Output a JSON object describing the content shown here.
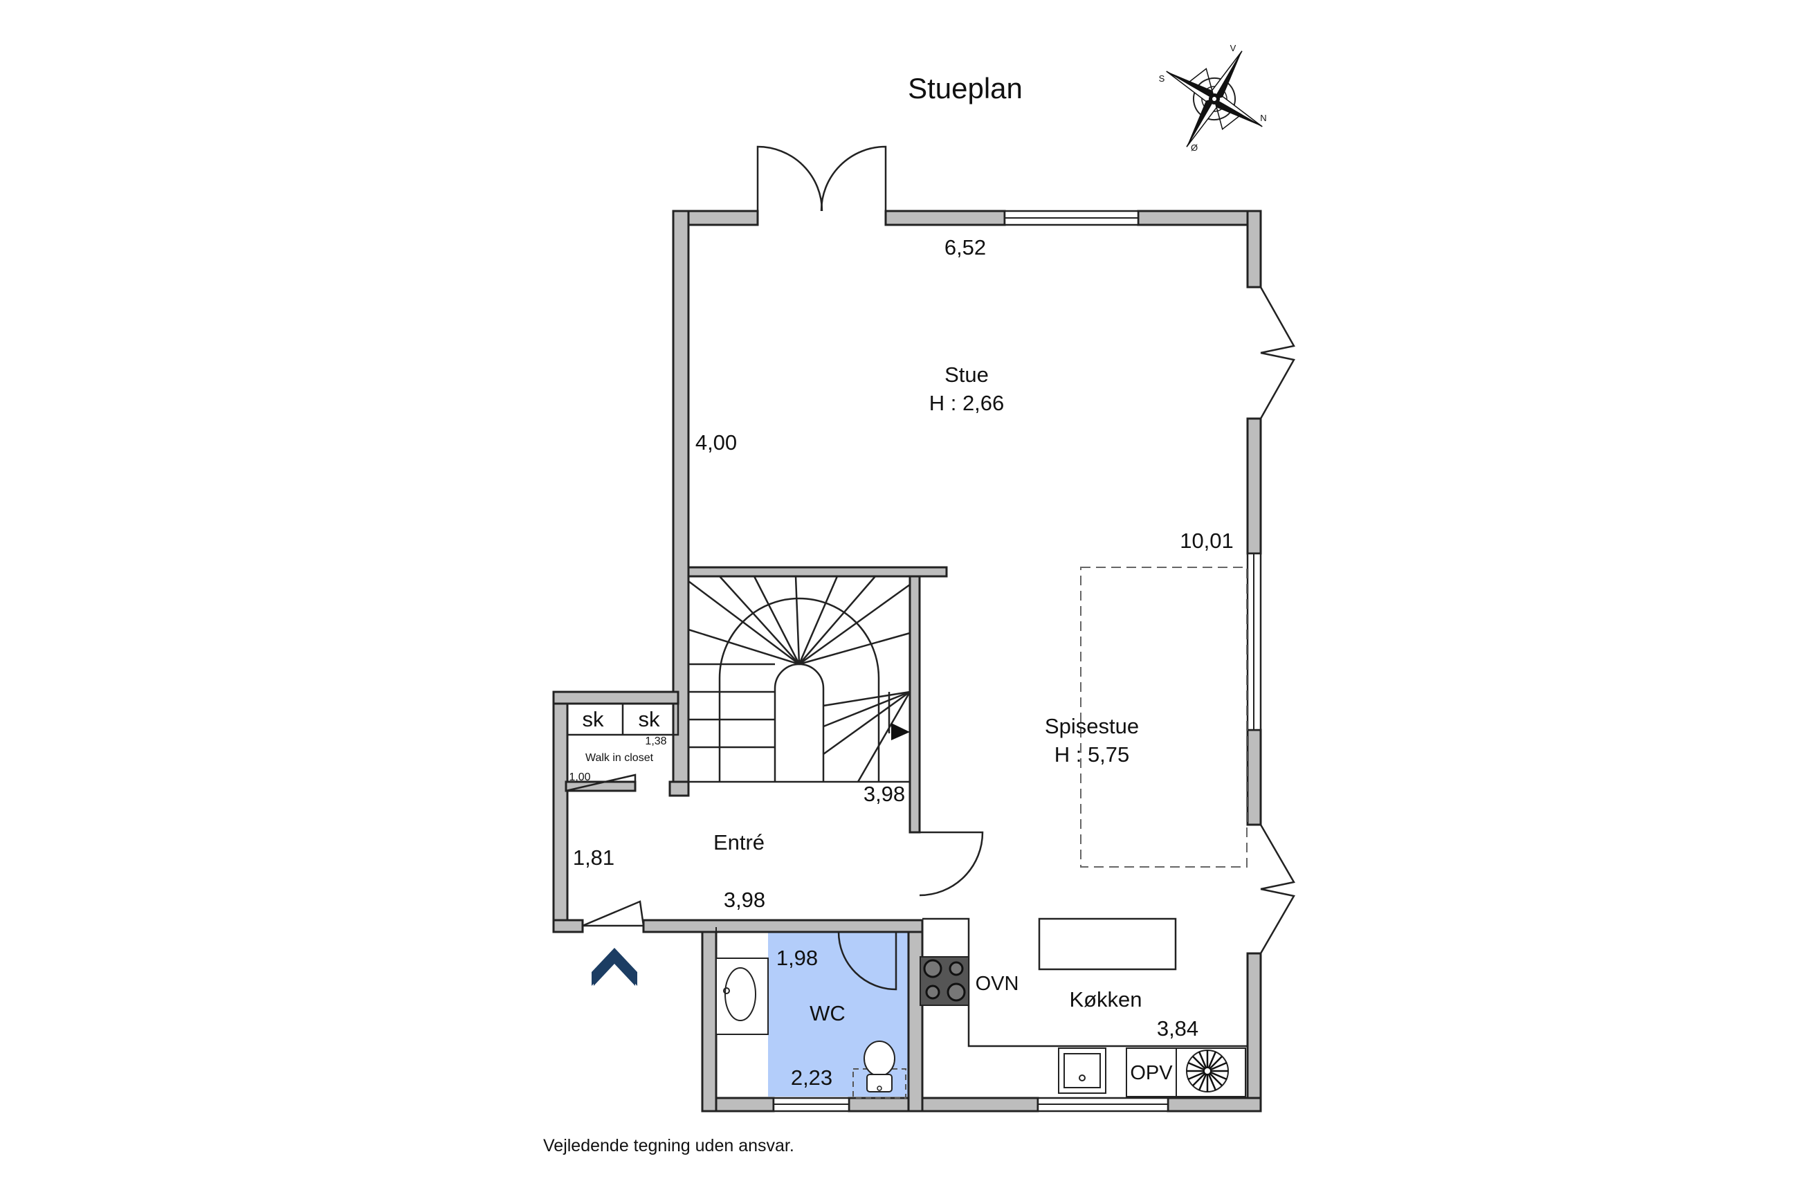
{
  "plan": {
    "title": "Stueplan",
    "disclaimer": "Vejledende tegning uden ansvar."
  },
  "compass": {
    "n": "N",
    "s": "S",
    "v": "V",
    "o": "Ø"
  },
  "rooms": {
    "stue": {
      "name": "Stue",
      "height": "H : 2,66"
    },
    "spisestue": {
      "name": "Spisestue",
      "height": "H : 5,75"
    },
    "entre": {
      "name": "Entré"
    },
    "walk_in": {
      "name": "Walk in closet"
    },
    "wc": {
      "name": "WC"
    },
    "kokken": {
      "name": "Køkken"
    }
  },
  "dimensions": {
    "stue_width": "6,52",
    "stue_depth": "4,00",
    "spisestue_length": "10,01",
    "stair_width": "3,98",
    "entre_width": "3,98",
    "entre_depth": "1,81",
    "closet_width": "1,38",
    "closet_depth": "1,00",
    "wc_width": "1,98",
    "wc_depth": "2,23",
    "kitchen_width": "3,84"
  },
  "labels": {
    "sk1": "sk",
    "sk2": "sk",
    "ovn": "OVN",
    "opv": "OPV"
  },
  "colors": {
    "wall_fill": "#bdbdbd",
    "wc_fill": "#b3cdfa",
    "entry_arrow": "#1c3d63"
  }
}
